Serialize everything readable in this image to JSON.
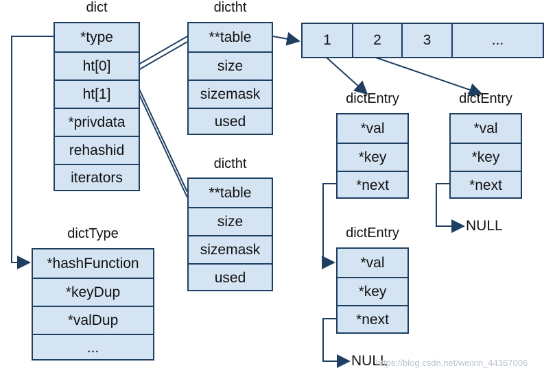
{
  "dict": {
    "title": "dict",
    "fields": [
      "*type",
      "ht[0]",
      "ht[1]",
      "*privdata",
      "rehashid",
      "iterators"
    ]
  },
  "dictht_0": {
    "title": "dictht",
    "fields": [
      "**table",
      "size",
      "sizemask",
      "used"
    ]
  },
  "dictht_1": {
    "title": "dictht",
    "fields": [
      "**table",
      "size",
      "sizemask",
      "used"
    ]
  },
  "table_array": {
    "cells": [
      "1",
      "2",
      "3",
      "..."
    ]
  },
  "dictEntry_a": {
    "title": "dictEntry",
    "fields": [
      "*val",
      "*key",
      "*next"
    ]
  },
  "dictEntry_b": {
    "title": "dictEntry",
    "fields": [
      "*val",
      "*key",
      "*next"
    ]
  },
  "dictEntry_c": {
    "title": "dictEntry",
    "fields": [
      "*val",
      "*key",
      "*next"
    ]
  },
  "dictType": {
    "title": "dictType",
    "fields": [
      "*hashFunction",
      "*keyDup",
      "*valDup",
      "..."
    ]
  },
  "null_labels": {
    "entry_b": "NULL",
    "entry_c": "NULL"
  },
  "watermark": "https://blog.csdn.net/weixin_44367006",
  "colors": {
    "box_fill": "#d4e4f3",
    "box_border": "#1f3f62",
    "arrow": "#1f3f62"
  }
}
